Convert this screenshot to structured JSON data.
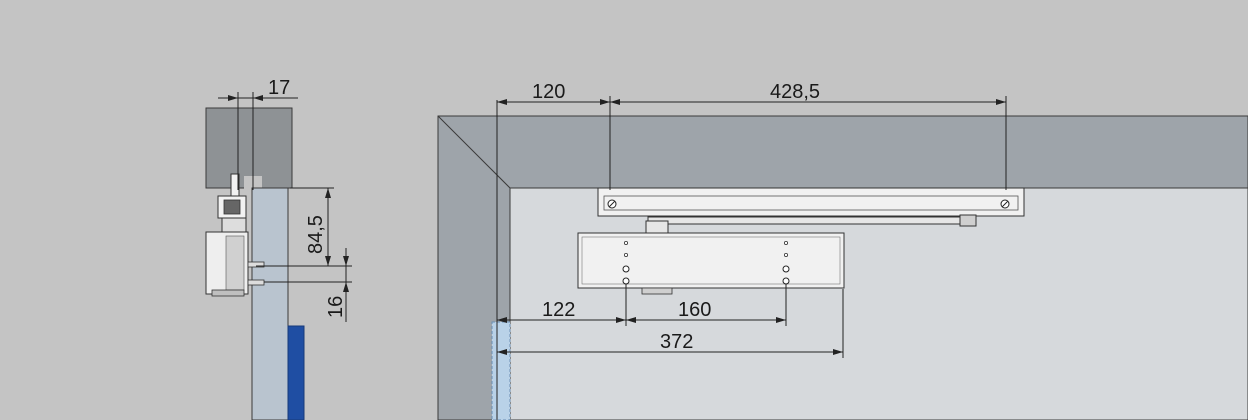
{
  "colors": {
    "background": "#c4c4c4",
    "frame": "#9ea4aa",
    "frame_inner": "#b3b8bd",
    "door_leaf": "#d6d9dc",
    "closer_body": "#f1f1f1",
    "profile_grey": "#8e9295",
    "seal_blue": "#1f4ea3",
    "hinge_blue": "#b9d2e8"
  },
  "dimensions": {
    "side_rail_depth": "17",
    "arm_offset": "84,5",
    "spindle_gap": "16",
    "frame_to_rail": "120",
    "rail_length": "428,5",
    "edge_to_spindle": "122",
    "fixing_pitch": "160",
    "closer_length": "372"
  }
}
